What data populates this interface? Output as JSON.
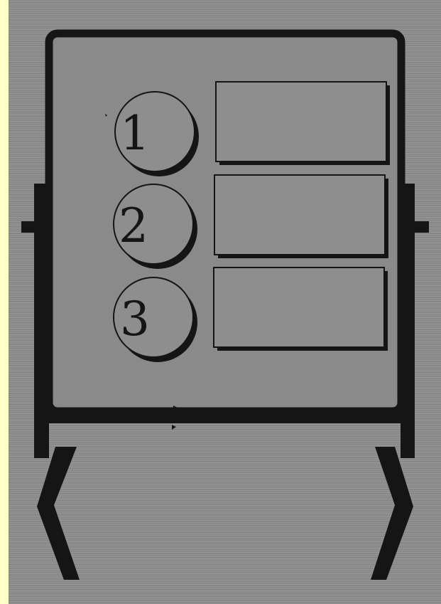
{
  "board": {
    "items": [
      {
        "number": "1"
      },
      {
        "number": "2"
      },
      {
        "number": "3"
      }
    ]
  },
  "colors": {
    "page_margin": "#ffffc8",
    "paper": "#8a8a8a",
    "ink": "#151515",
    "box_fill": "#8e8e8e"
  }
}
